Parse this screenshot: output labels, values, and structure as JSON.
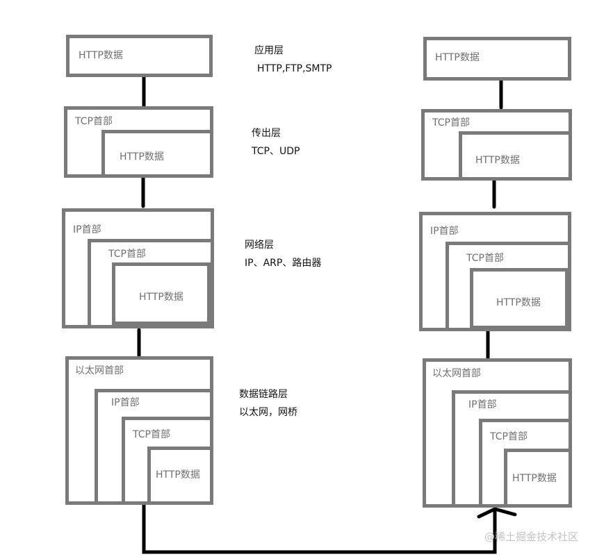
{
  "sender": {
    "application": {
      "http": "HTTP数据"
    },
    "transport": {
      "tcp": "TCP首部",
      "http": "HTTP数据"
    },
    "network": {
      "ip": "IP首部",
      "tcp": "TCP首部",
      "http": "HTTP数据"
    },
    "datalink": {
      "ethernet": "以太网首部",
      "ip": "IP首部",
      "tcp": "TCP首部",
      "http": "HTTP数据"
    }
  },
  "receiver": {
    "application": {
      "http": "HTTP数据"
    },
    "transport": {
      "tcp": "TCP首部",
      "http": "HTTP数据"
    },
    "network": {
      "ip": "IP首部",
      "tcp": "TCP首部",
      "http": "HTTP数据"
    },
    "datalink": {
      "ethernet": "以太网首部",
      "ip": "IP首部",
      "tcp": "TCP首部",
      "http": "HTTP数据"
    }
  },
  "layers": [
    {
      "name": "应用层",
      "protocols": "HTTP,FTP,SMTP"
    },
    {
      "name": "传出层",
      "protocols": "TCP、UDP"
    },
    {
      "name": "网络层",
      "protocols": "IP、ARP、路由器"
    },
    {
      "name": "数据链路层",
      "protocols": "以太网，网桥"
    }
  ],
  "watermark": "@稀土掘金技术社区"
}
